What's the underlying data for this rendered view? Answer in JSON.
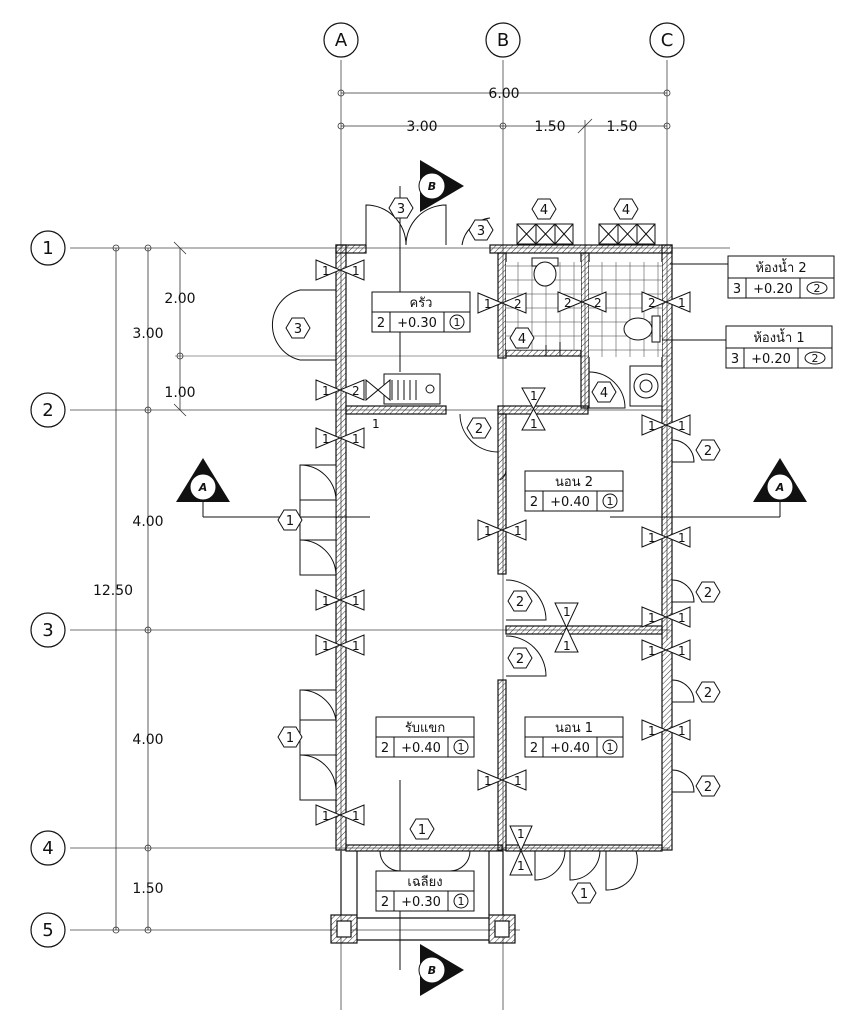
{
  "grid": {
    "columns": [
      "A",
      "B",
      "C"
    ],
    "rows": [
      "1",
      "2",
      "3",
      "4",
      "5"
    ]
  },
  "dimensions": {
    "top_total": "6.00",
    "top_a_b": "3.00",
    "top_b_mid": "1.50",
    "top_mid_c": "1.50",
    "left_total": "12.50",
    "left_1_2a": "3.00",
    "left_1_2b": "2.00",
    "left_1_2c": "1.00",
    "left_2_3": "4.00",
    "left_3_4": "4.00",
    "left_4_5": "1.50"
  },
  "rooms": {
    "kitchen": {
      "name": "ครัว",
      "count": "2",
      "level": "+0.30",
      "finish": "1"
    },
    "bath2": {
      "name": "ห้องน้ำ 2",
      "count": "3",
      "level": "+0.20",
      "finish": "2"
    },
    "bath1": {
      "name": "ห้องน้ำ 1",
      "count": "3",
      "level": "+0.20",
      "finish": "2"
    },
    "bed2": {
      "name": "นอน 2",
      "count": "2",
      "level": "+0.40",
      "finish": "1"
    },
    "living": {
      "name": "รับแขก",
      "count": "2",
      "level": "+0.40",
      "finish": "1"
    },
    "bed1": {
      "name": "นอน 1",
      "count": "2",
      "level": "+0.40",
      "finish": "1"
    },
    "porch": {
      "name": "เฉลียง",
      "count": "2",
      "level": "+0.30",
      "finish": "1"
    }
  },
  "section_markers": {
    "a": "A",
    "b": "B"
  },
  "tags": {
    "one": "1",
    "two": "2",
    "three": "3",
    "four": "4"
  }
}
